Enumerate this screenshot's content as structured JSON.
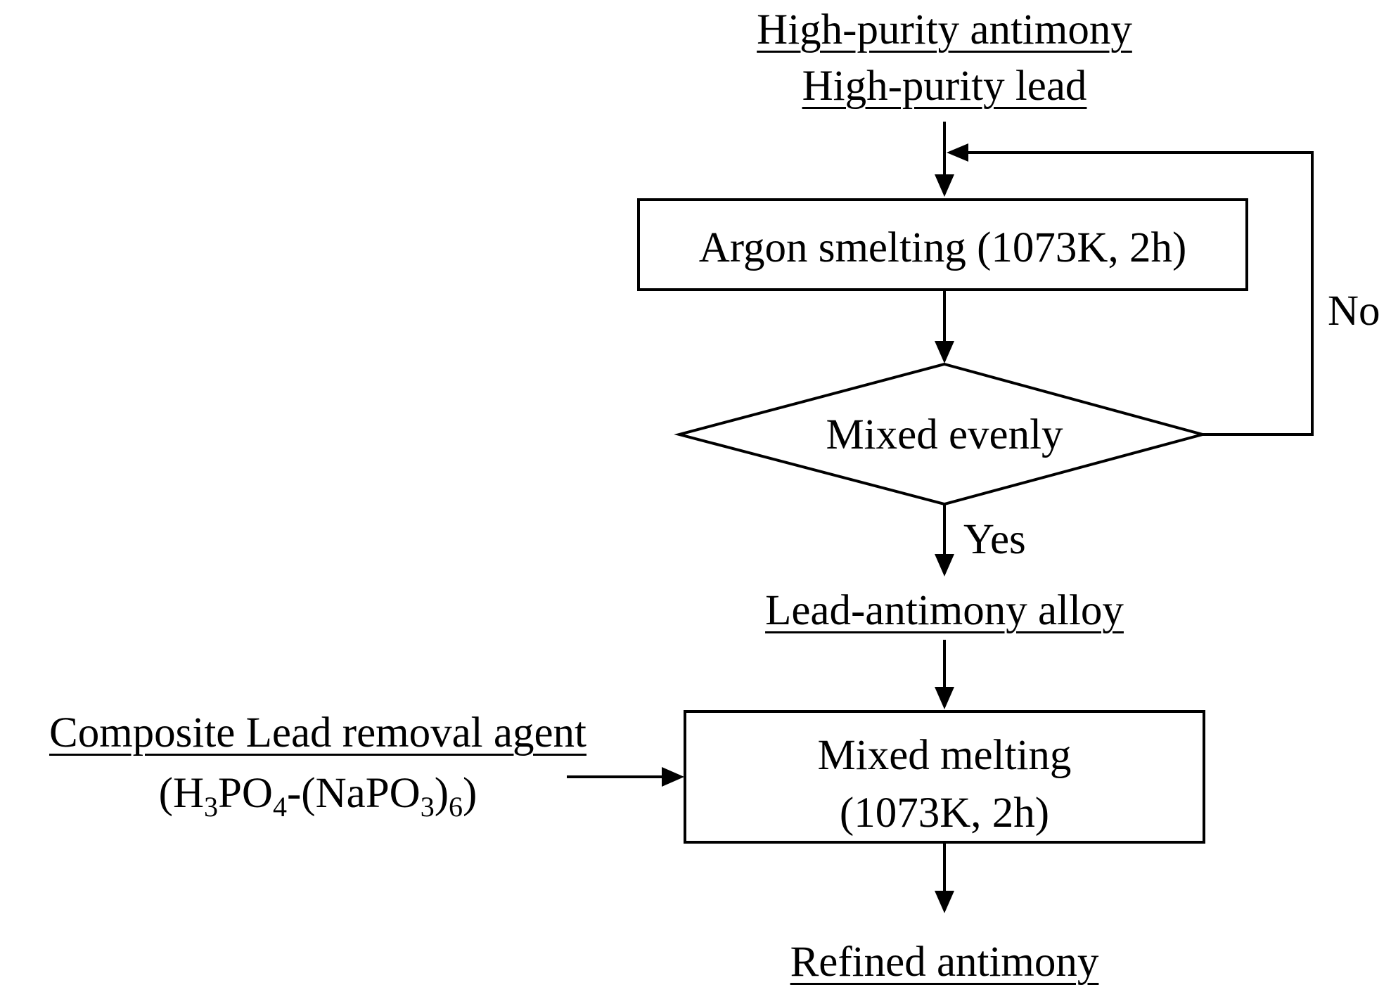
{
  "inputs": {
    "line1": "High-purity antimony",
    "line2": "High-purity lead"
  },
  "argon_box": {
    "label": "Argon smelting (1073K, 2h)"
  },
  "decision": {
    "label": "Mixed evenly",
    "yes_label": "Yes",
    "no_label": "No"
  },
  "intermediate": {
    "label": "Lead-antimony alloy"
  },
  "agent": {
    "title": "Composite Lead removal agent",
    "formula_open": "(H",
    "sub1": "3",
    "part_po": "PO",
    "sub2": "4",
    "part_mid": "-(NaPO",
    "sub3": "3",
    "part_close": ")",
    "sub4": "6",
    "formula_end": ")"
  },
  "melting_box": {
    "line1": "Mixed melting",
    "line2": "(1073K, 2h)"
  },
  "output": {
    "label": "Refined antimony"
  }
}
